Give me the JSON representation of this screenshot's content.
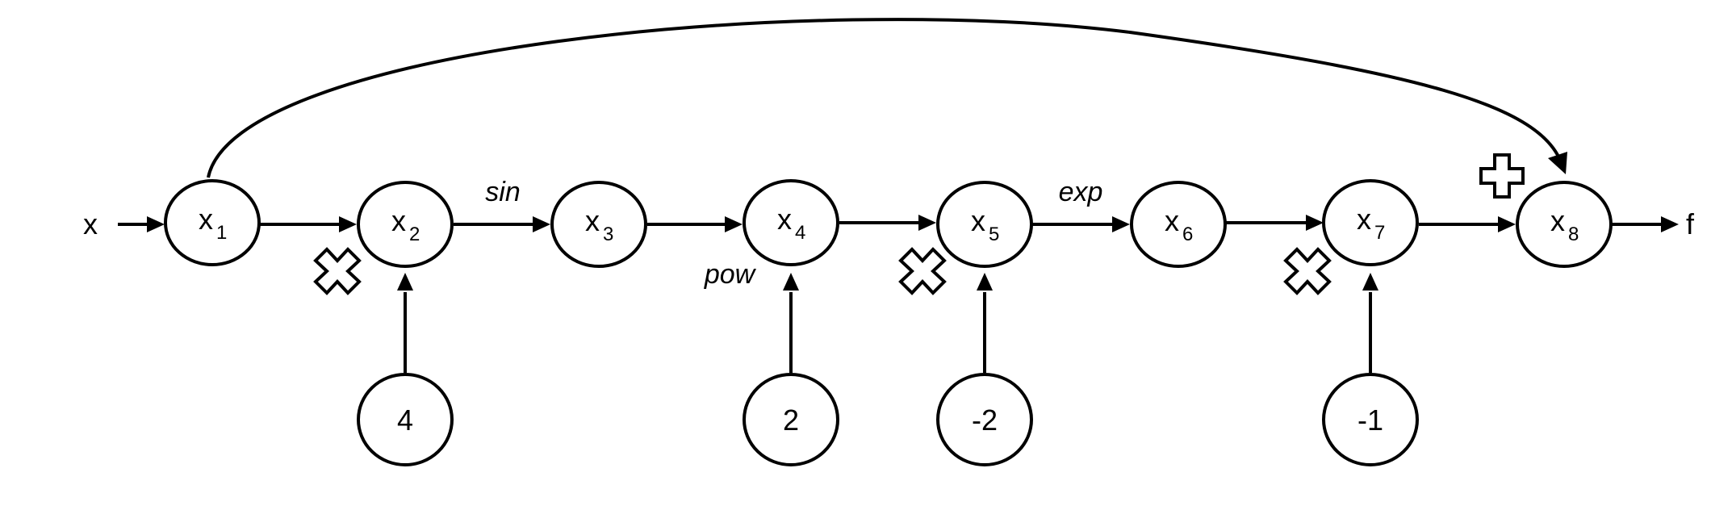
{
  "input_label": "x",
  "output_label": "f",
  "nodes": [
    {
      "base": "x",
      "sub": "1"
    },
    {
      "base": "x",
      "sub": "2"
    },
    {
      "base": "x",
      "sub": "3"
    },
    {
      "base": "x",
      "sub": "4"
    },
    {
      "base": "x",
      "sub": "5"
    },
    {
      "base": "x",
      "sub": "6"
    },
    {
      "base": "x",
      "sub": "7"
    },
    {
      "base": "x",
      "sub": "8"
    }
  ],
  "constants": [
    "4",
    "2",
    "-2",
    "-1"
  ],
  "operations": {
    "sin": "sin",
    "pow": "pow",
    "exp": "exp"
  },
  "icons": {
    "multiply": "multiply-icon",
    "add": "plus-icon"
  },
  "colors": {
    "stroke": "#000000",
    "fill": "#ffffff"
  }
}
